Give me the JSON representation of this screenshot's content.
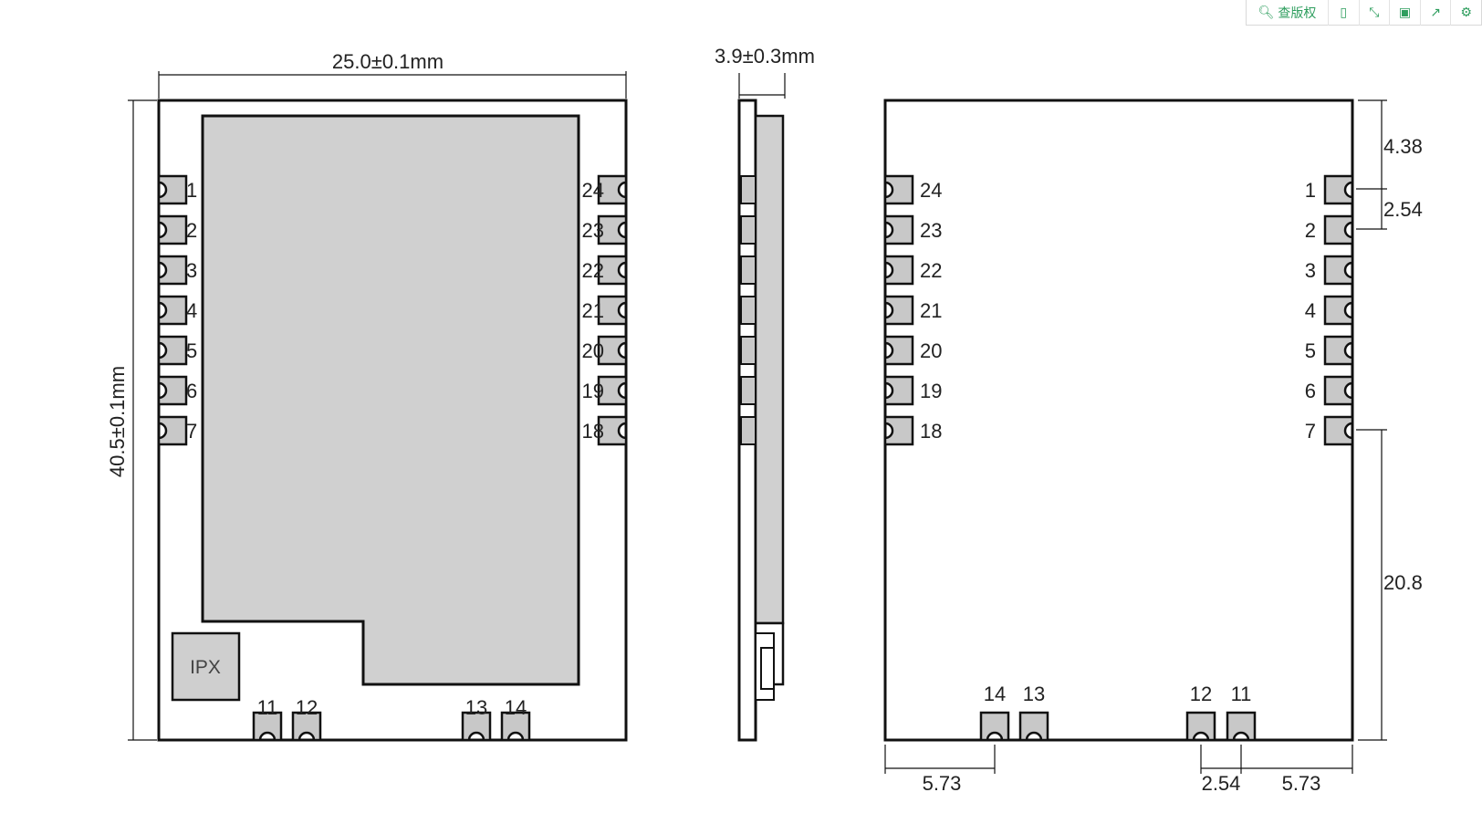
{
  "toolbar": {
    "search_label": "查版权",
    "icons": [
      "search-icon",
      "copy-icon",
      "fullscreen-icon",
      "save-icon",
      "share-icon",
      "settings-icon"
    ]
  },
  "front_view": {
    "width_label": "25.0±0.1mm",
    "height_label": "40.5±0.1mm",
    "left_pins": [
      "1",
      "2",
      "3",
      "4",
      "5",
      "6",
      "7"
    ],
    "right_pins": [
      "24",
      "23",
      "22",
      "21",
      "20",
      "19",
      "18"
    ],
    "bottom_pins": [
      "11",
      "12",
      "13",
      "14"
    ],
    "ipx_label": "IPX"
  },
  "side_view": {
    "thickness_label": "3.9±0.3mm"
  },
  "back_view": {
    "left_pins": [
      "24",
      "23",
      "22",
      "21",
      "20",
      "19",
      "18"
    ],
    "right_pins": [
      "1",
      "2",
      "3",
      "4",
      "5",
      "6",
      "7"
    ],
    "bottom_pins": [
      "14",
      "13",
      "12",
      "11"
    ],
    "dim_top": "4.38",
    "dim_pitch": "2.54",
    "dim_side": "20.8",
    "dim_bottom_left": "5.73",
    "dim_bottom_pitch": "2.54",
    "dim_bottom_right": "5.73"
  },
  "colors": {
    "outline": "#111111",
    "shield": "#d0d0d0",
    "pad": "#c8c8c8",
    "toolbar_accent": "#2e9e5e"
  }
}
